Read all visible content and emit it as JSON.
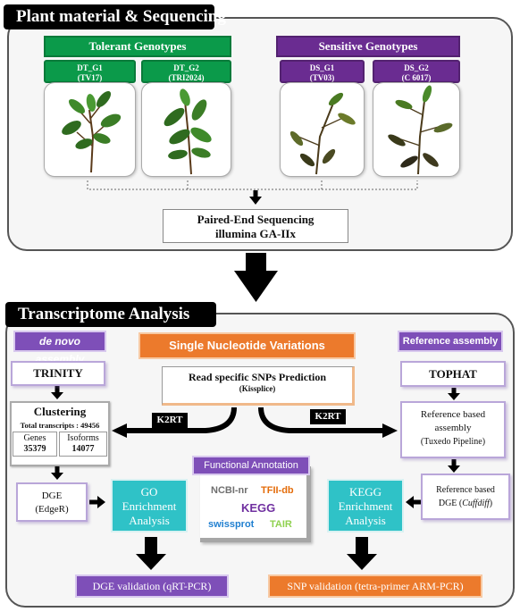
{
  "section1": {
    "title": "Plant material & Sequencing",
    "tolerant": {
      "label": "Tolerant  Genotypes",
      "g1_name": "DT_G1",
      "g1_sub": "(TV17)",
      "g2_name": "DT_G2",
      "g2_sub": "(TRI2024)"
    },
    "sensitive": {
      "label": "Sensitive Genotypes",
      "g1_name": "DS_G1",
      "g1_sub": "(TV03)",
      "g2_name": "DS_G2",
      "g2_sub": "(C 6017)"
    },
    "sequencing_line1": "Paired-End Sequencing",
    "sequencing_line2": "illumina GA-IIx"
  },
  "section2": {
    "title": "Transcriptome Analysis",
    "denovo_label": "de novo assembly",
    "trinity": "TRINITY",
    "clustering": "Clustering",
    "total_transcripts": "Total transcripts  : 49456",
    "genes_label": "Genes",
    "genes_value": "35379",
    "isoforms_label": "Isoforms",
    "isoforms_value": "14077",
    "dge_line1": "DGE",
    "dge_line2": "(EdgeR)",
    "go_line1": "GO",
    "go_line2": "Enrichment",
    "go_line3": "Analysis",
    "dge_validation": "DGE validation (qRT-PCR)",
    "snv_label": "Single Nucleotide Variations",
    "snp_pred_line1": "Read specific SNPs Prediction",
    "snp_pred_line2": "(Kissplice)",
    "k2rt_left": "K2RT",
    "k2rt_right": "K2RT",
    "func_annot": "Functional Annotation",
    "ncbi": "NCBI-nr",
    "tfii": "TFII-db",
    "kegg_db": "KEGG",
    "swissprot": "swissprot",
    "tair": "TAIR",
    "ref_label": "Reference assembly",
    "tophat": "TOPHAT",
    "ref_assembly_line1": "Reference based",
    "ref_assembly_line2": "assembly",
    "ref_assembly_line3": "(Tuxedo Pipeline)",
    "ref_dge_line1": "Reference based",
    "ref_dge_prefix": "DGE (",
    "ref_dge_italic": "Cuffdiff",
    "ref_dge_suffix": ")",
    "kegg_line1": "KEGG",
    "kegg_line2": "Enrichment",
    "kegg_line3": "Analysis",
    "snp_validation": "SNP validation (tetra-primer ARM-PCR)"
  },
  "colors": {
    "green": "#0b9a4a",
    "purple": "#6a2c91",
    "lavender": "#7e4fb8",
    "orange": "#ec7a2c",
    "teal": "#2fc2c7",
    "tfii": "#e46c0a",
    "kegg": "#7030a0",
    "swissprot": "#1f7fd0",
    "tair": "#8fd14f"
  }
}
